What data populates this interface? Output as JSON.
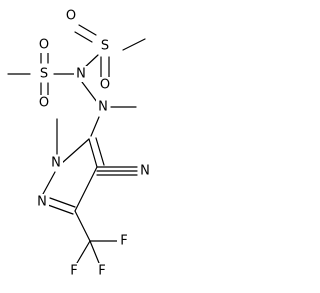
{
  "atoms": {
    "s_top": "S",
    "s_left": "S",
    "o_top_1": "O",
    "o_top_2": "O",
    "o_left_1": "O",
    "o_left_2": "O",
    "n_hydrazine_upper": "N",
    "n_hydrazine_lower": "N",
    "n_ring_1": "N",
    "n_ring_2": "N",
    "n_nitrile": "N",
    "f_1": "F",
    "f_2": "F",
    "f_3": "F"
  }
}
